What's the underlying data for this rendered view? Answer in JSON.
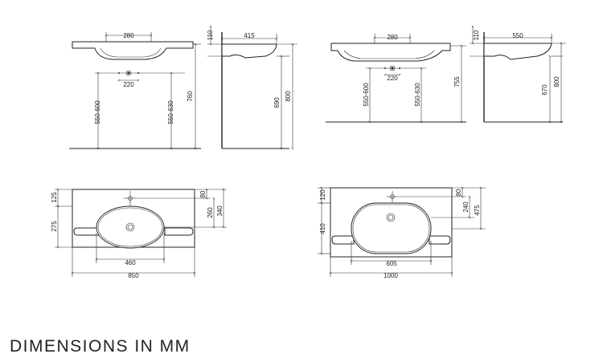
{
  "caption": "DIMENSIONS IN MM",
  "dims": {
    "a_front_w": "280",
    "a_front_tap": "220",
    "a_front_h1": "550-600",
    "a_front_h2": "550-630",
    "a_front_total": "760",
    "a_side_top": "110",
    "a_side_depth": "415",
    "a_side_h1": "690",
    "a_side_total": "800",
    "b_front_w": "280",
    "b_front_tap": "220",
    "b_front_h1": "550-600",
    "b_front_h2": "550-630",
    "b_front_total": "755",
    "b_side_top": "110",
    "b_side_depth": "550",
    "b_side_h1": "670",
    "b_side_total": "800",
    "a_plan_top": "125",
    "a_plan_depth": "275",
    "a_plan_tap": "80",
    "a_plan_bowl": "260",
    "a_plan_d2": "340",
    "a_plan_bowl_w": "460",
    "a_plan_w": "850",
    "b_plan_top": "120",
    "b_plan_depth": "410",
    "b_plan_tap": "80",
    "b_plan_bowl": "240",
    "b_plan_d2": "475",
    "b_plan_bowl_w": "605",
    "b_plan_w": "1000"
  }
}
